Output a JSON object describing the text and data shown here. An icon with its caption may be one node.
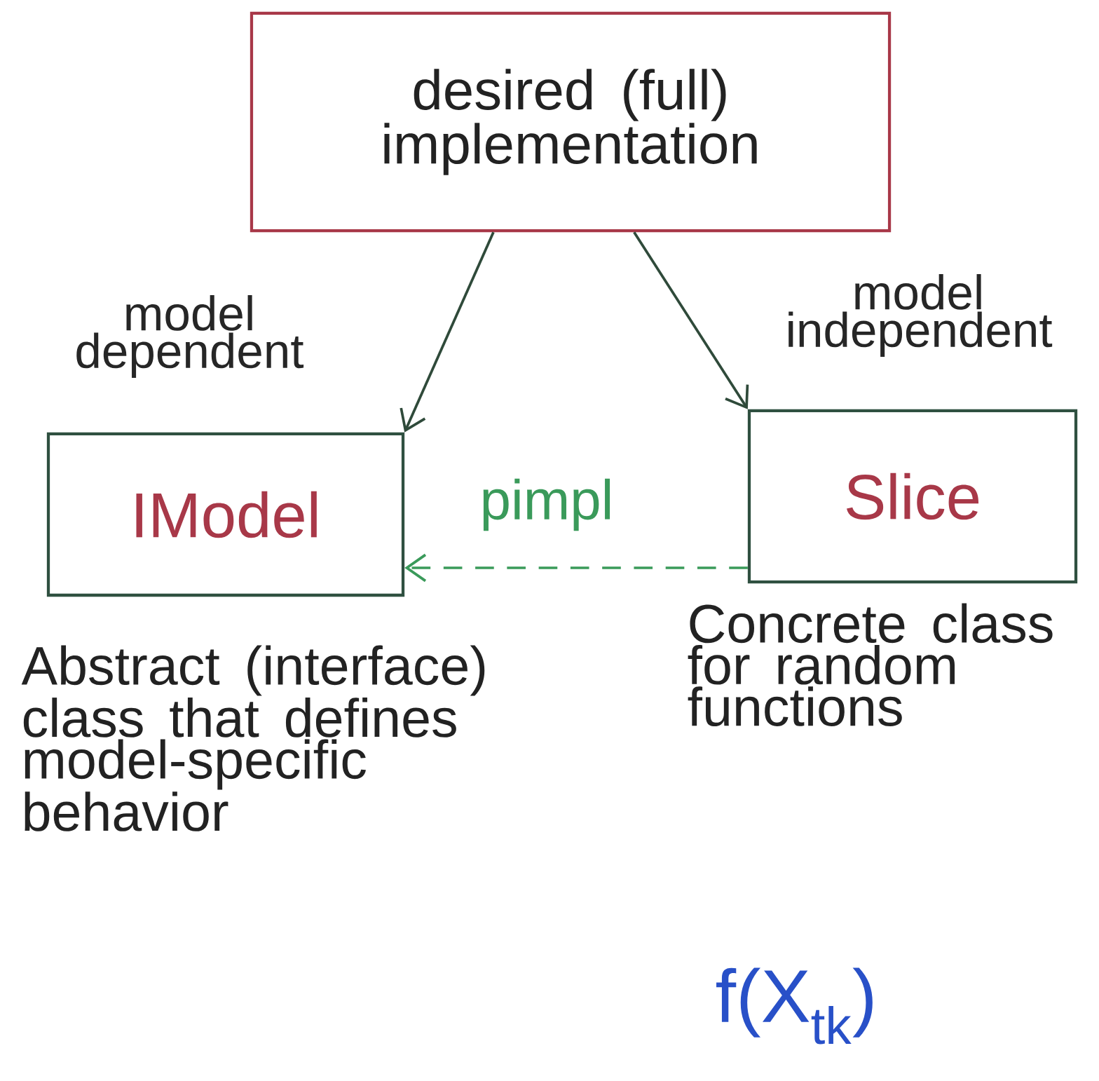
{
  "diagram": {
    "nodes": [
      {
        "text": [
          "desired (full) implementation"
        ]
      },
      {
        "text": [
          "IModel"
        ],
        "beside": [
          "Abstract (interface) class that defines model-specific behavior"
        ]
      },
      {
        "text": [
          "Slice"
        ],
        "beside": [
          "Concrete class for random functions",
          "f(X$_{tk}$)"
        ]
      }
    ],
    "edges": [
      {
        "from": 0,
        "to": 1,
        "arrow": "to",
        "label": "model dependent"
      },
      {
        "from": 0,
        "to": 2,
        "arrow": "to",
        "label": "model independent"
      },
      {
        "from": 2,
        "to": 1,
        "arrow": "to",
        "label": "pimpl",
        "style": "dashed",
        "color": "#3a9a5a"
      }
    ]
  }
}
